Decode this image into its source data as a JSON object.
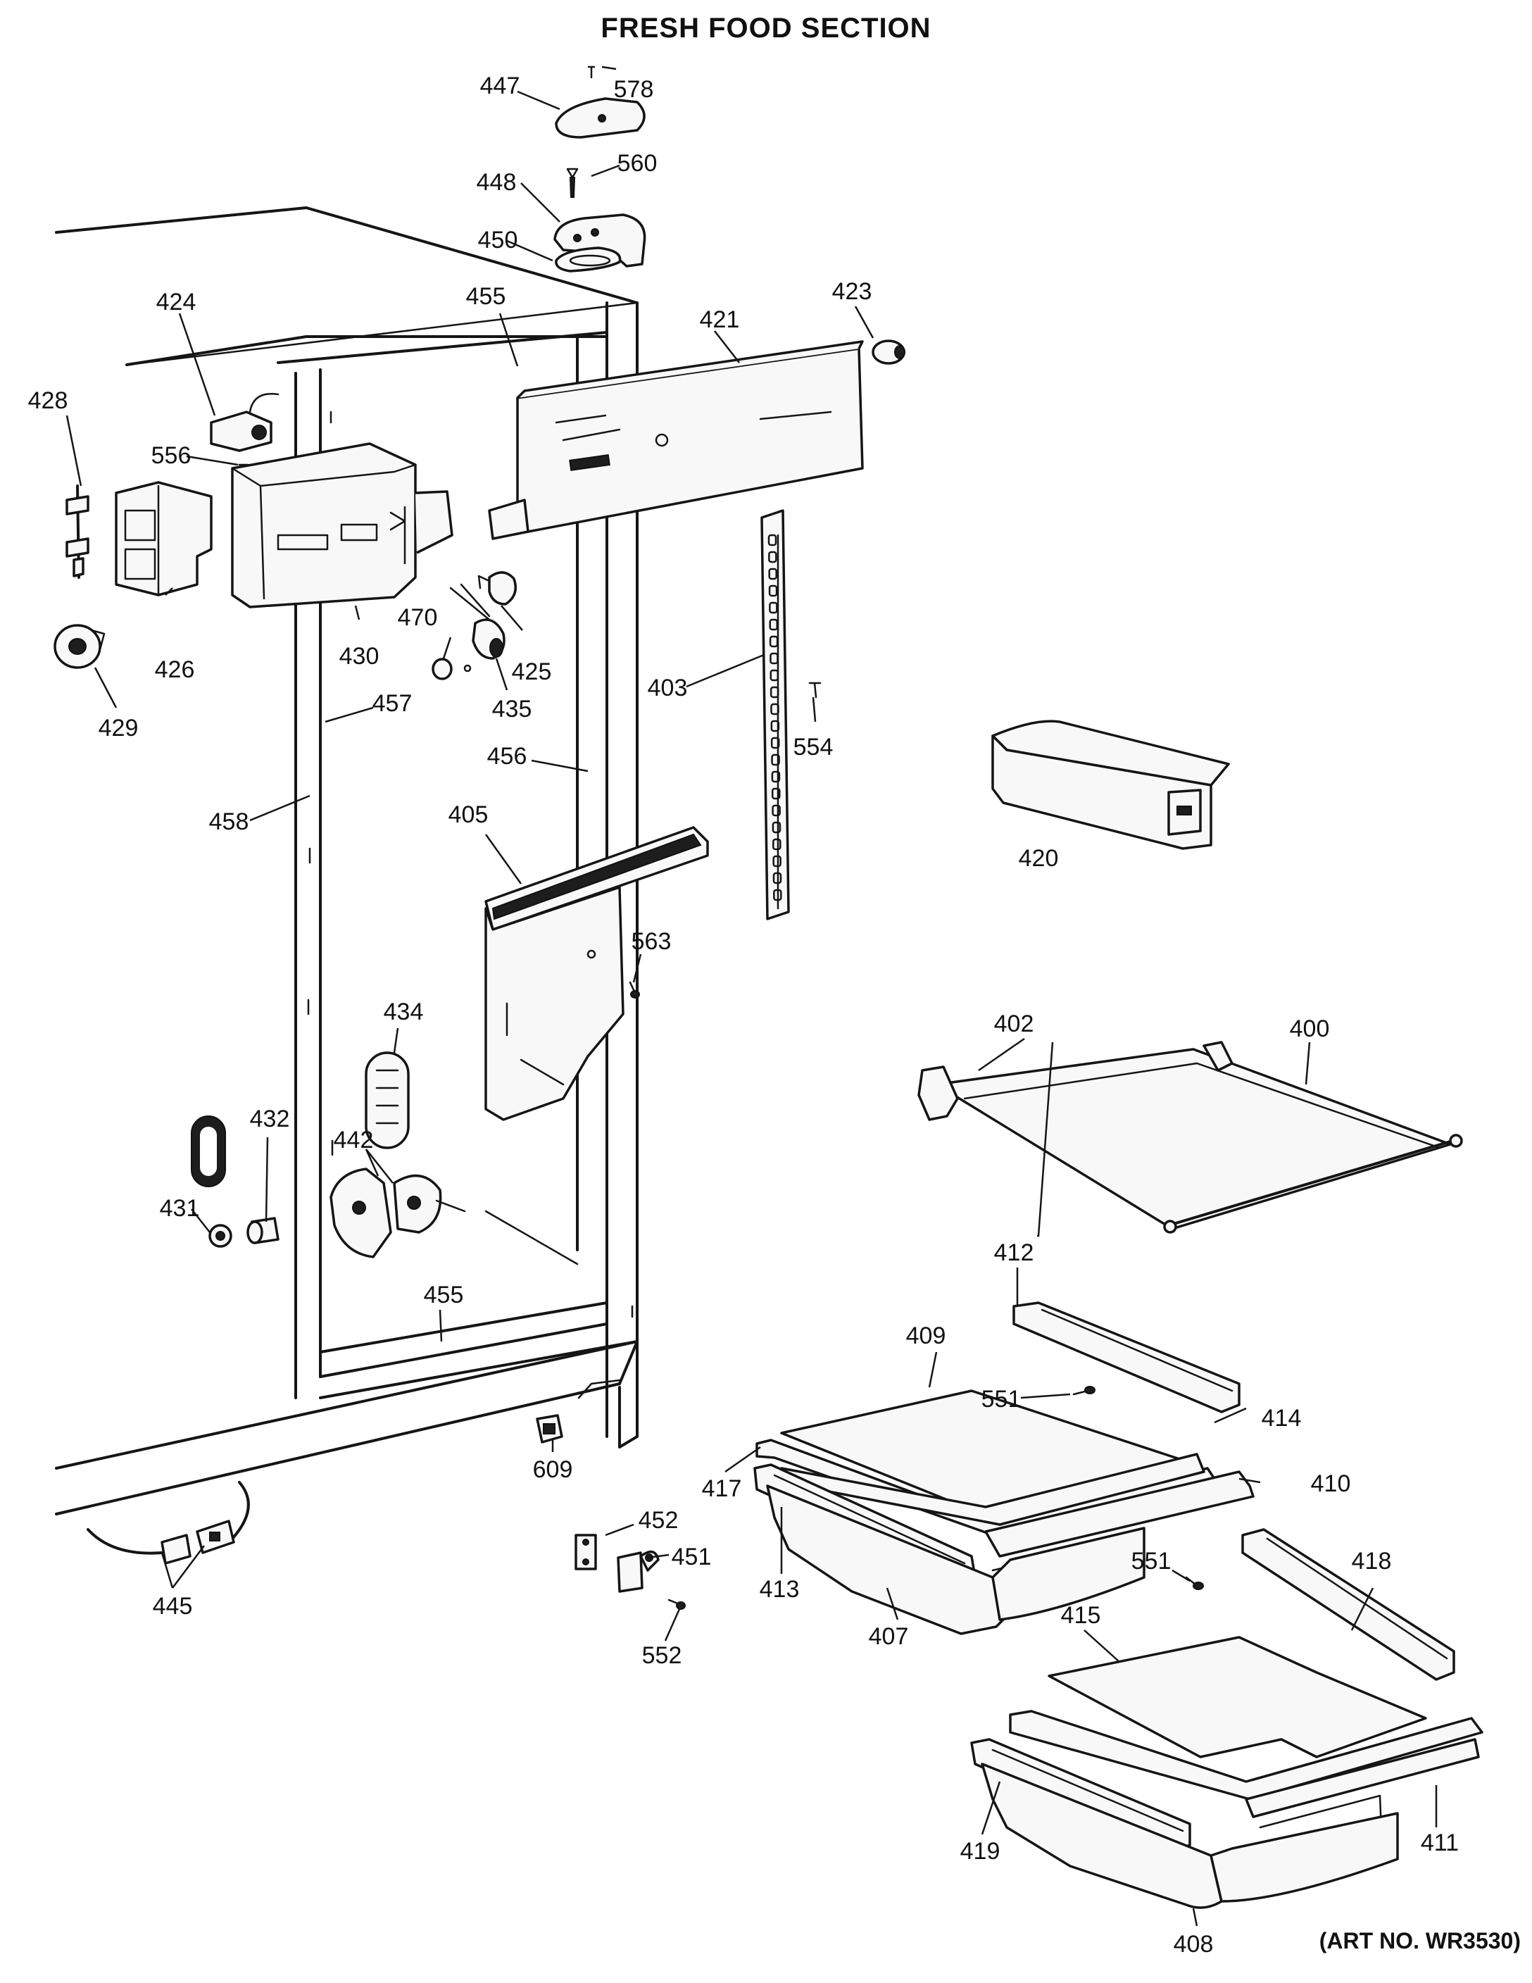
{
  "title": "FRESH FOOD SECTION",
  "art_number": "(ART NO. WR3530)",
  "callouts": [
    {
      "id": "578",
      "text": "578"
    },
    {
      "id": "447",
      "text": "447"
    },
    {
      "id": "560",
      "text": "560"
    },
    {
      "id": "448",
      "text": "448"
    },
    {
      "id": "450",
      "text": "450"
    },
    {
      "id": "424",
      "text": "424"
    },
    {
      "id": "455a",
      "text": "455"
    },
    {
      "id": "421",
      "text": "421"
    },
    {
      "id": "423",
      "text": "423"
    },
    {
      "id": "428",
      "text": "428"
    },
    {
      "id": "556",
      "text": "556"
    },
    {
      "id": "426",
      "text": "426"
    },
    {
      "id": "430",
      "text": "430"
    },
    {
      "id": "470",
      "text": "470"
    },
    {
      "id": "425",
      "text": "425"
    },
    {
      "id": "435",
      "text": "435"
    },
    {
      "id": "429",
      "text": "429"
    },
    {
      "id": "457",
      "text": "457"
    },
    {
      "id": "403",
      "text": "403"
    },
    {
      "id": "554",
      "text": "554"
    },
    {
      "id": "456",
      "text": "456"
    },
    {
      "id": "458",
      "text": "458"
    },
    {
      "id": "405",
      "text": "405"
    },
    {
      "id": "420",
      "text": "420"
    },
    {
      "id": "563",
      "text": "563"
    },
    {
      "id": "434",
      "text": "434"
    },
    {
      "id": "402",
      "text": "402"
    },
    {
      "id": "400",
      "text": "400"
    },
    {
      "id": "432",
      "text": "432"
    },
    {
      "id": "442",
      "text": "442"
    },
    {
      "id": "431",
      "text": "431"
    },
    {
      "id": "455b",
      "text": "455"
    },
    {
      "id": "412",
      "text": "412"
    },
    {
      "id": "409",
      "text": "409"
    },
    {
      "id": "551a",
      "text": "551"
    },
    {
      "id": "414",
      "text": "414"
    },
    {
      "id": "609",
      "text": "609"
    },
    {
      "id": "417",
      "text": "417"
    },
    {
      "id": "410",
      "text": "410"
    },
    {
      "id": "452",
      "text": "452"
    },
    {
      "id": "451",
      "text": "451"
    },
    {
      "id": "413",
      "text": "413"
    },
    {
      "id": "445",
      "text": "445"
    },
    {
      "id": "552",
      "text": "552"
    },
    {
      "id": "407",
      "text": "407"
    },
    {
      "id": "418",
      "text": "418"
    },
    {
      "id": "551b",
      "text": "551"
    },
    {
      "id": "415",
      "text": "415"
    },
    {
      "id": "419",
      "text": "419"
    },
    {
      "id": "411",
      "text": "411"
    },
    {
      "id": "408",
      "text": "408"
    }
  ]
}
